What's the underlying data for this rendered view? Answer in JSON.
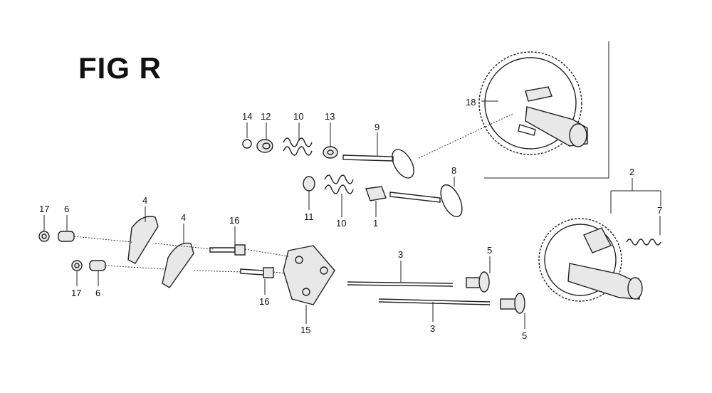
{
  "figure": {
    "title": "FIG R"
  },
  "callouts": {
    "c14": "14",
    "c12": "12",
    "c10a": "10",
    "c13": "13",
    "c9": "9",
    "c8": "8",
    "c11": "11",
    "c10b": "10",
    "c1": "1",
    "c18": "18",
    "c2": "2",
    "c7": "7",
    "c17a": "17",
    "c6a": "6",
    "c4a": "4",
    "c4b": "4",
    "c16a": "16",
    "c17b": "17",
    "c6b": "6",
    "c16b": "16",
    "c15": "15",
    "c3a": "3",
    "c3b": "3",
    "c5a": "5",
    "c5b": "5"
  }
}
